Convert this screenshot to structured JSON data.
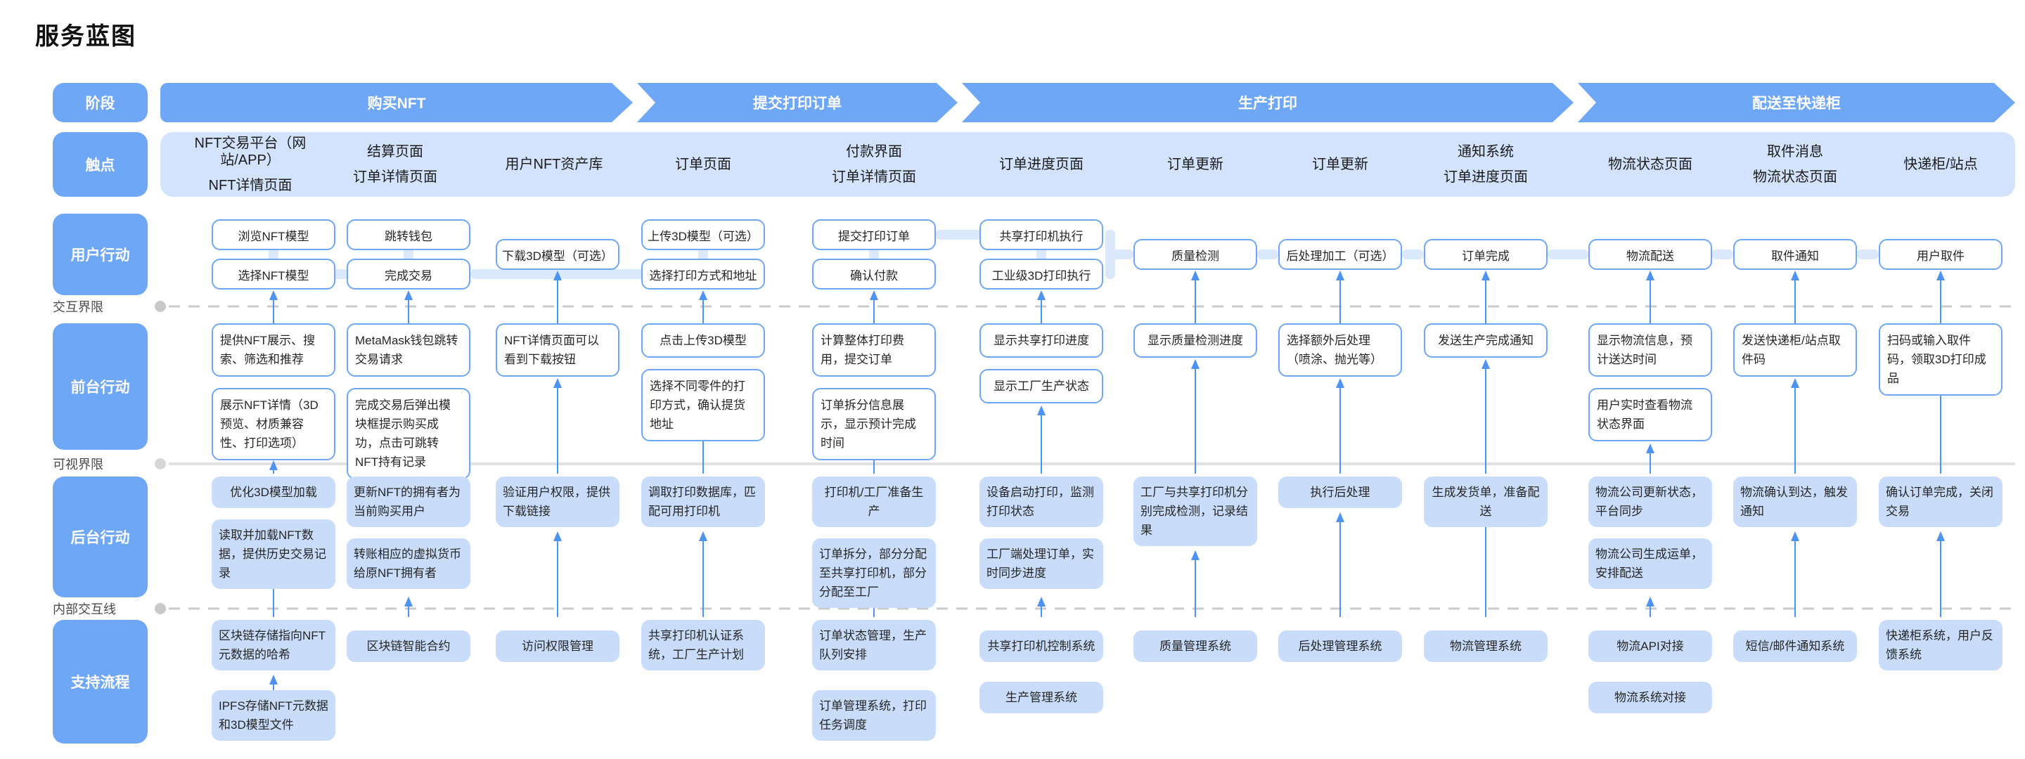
{
  "title": "服务蓝图",
  "rows": [
    "阶段",
    "触点",
    "用户行动",
    "前台行动",
    "后台行动",
    "支持流程"
  ],
  "stages": [
    "购买NFT",
    "提交打印订单",
    "生产打印",
    "配送至快递柜"
  ],
  "dividers": [
    {
      "label": "交互界限",
      "style": "dashed"
    },
    {
      "label": "可视界限",
      "style": "solid"
    },
    {
      "label": "内部交互线",
      "style": "dashed"
    }
  ],
  "touchpoints": [
    {
      "lines": [
        "NFT交易平台（网站/APP）",
        "NFT详情页面"
      ]
    },
    {
      "lines": [
        "结算页面",
        "订单详情页面"
      ]
    },
    {
      "lines": [
        "用户NFT资产库"
      ]
    },
    {
      "lines": [
        "订单页面"
      ]
    },
    {
      "lines": [
        "付款界面",
        "订单详情页面"
      ]
    },
    {
      "lines": [
        "订单进度页面"
      ]
    },
    {
      "lines": [
        "订单更新"
      ]
    },
    {
      "lines": [
        "订单更新"
      ]
    },
    {
      "lines": [
        "通知系统",
        "订单进度页面"
      ]
    },
    {
      "lines": [
        "物流状态页面"
      ]
    },
    {
      "lines": [
        "取件消息",
        "物流状态页面"
      ]
    },
    {
      "lines": [
        "快递柜/站点"
      ]
    }
  ],
  "user": [
    [
      "浏览NFT模型",
      "选择NFT模型"
    ],
    [
      "跳转钱包",
      "完成交易"
    ],
    [
      "下载3D模型（可选）"
    ],
    [
      "上传3D模型（可选）",
      "选择打印方式和地址"
    ],
    [
      "提交打印订单",
      "确认付款"
    ],
    [
      "共享打印机执行",
      "工业级3D打印执行"
    ],
    [
      "质量检测"
    ],
    [
      "后处理加工（可选）"
    ],
    [
      "订单完成"
    ],
    [
      "物流配送"
    ],
    [
      "取件通知"
    ],
    [
      "用户取件"
    ]
  ],
  "front": [
    [
      "提供NFT展示、搜索、筛选和推荐",
      "展示NFT详情（3D预览、材质兼容性、打印选项）"
    ],
    [
      "MetaMask钱包跳转交易请求",
      "完成交易后弹出模块框提示购买成功，点击可跳转NFT持有记录"
    ],
    [
      "NFT详情页面可以看到下载按钮"
    ],
    [
      "点击上传3D模型",
      "选择不同零件的打印方式，确认提货地址"
    ],
    [
      "计算整体打印费用，提交订单",
      "订单拆分信息展示，显示预计完成时间"
    ],
    [
      "显示共享打印进度",
      "显示工厂生产状态"
    ],
    [
      "显示质量检测进度"
    ],
    [
      "选择额外后处理（喷涂、抛光等）"
    ],
    [
      "发送生产完成通知"
    ],
    [
      "显示物流信息，预计送达时间",
      "用户实时查看物流状态界面"
    ],
    [
      "发送快递柜/站点取件码"
    ],
    [
      "扫码或输入取件码，领取3D打印成品"
    ]
  ],
  "back": [
    [
      "优化3D模型加载",
      "读取并加载NFT数据，提供历史交易记录"
    ],
    [
      "更新NFT的拥有者为当前购买用户",
      "转账相应的虚拟货币给原NFT拥有者"
    ],
    [
      "验证用户权限，提供下载链接"
    ],
    [
      "调取打印数据库，匹配可用打印机"
    ],
    [
      "打印机/工厂准备生产",
      "订单拆分，部分分配至共享打印机，部分分配至工厂"
    ],
    [
      "设备启动打印，监测打印状态",
      "工厂端处理订单，实时同步进度"
    ],
    [
      "工厂与共享打印机分别完成检测，记录结果"
    ],
    [
      "执行后处理"
    ],
    [
      "生成发货单，准备配送"
    ],
    [
      "物流公司更新状态，平台同步",
      "物流公司生成运单，安排配送"
    ],
    [
      "物流确认到达，触发通知"
    ],
    [
      "确认订单完成，关闭交易"
    ]
  ],
  "support": [
    [
      "区块链存储指向NFT元数据的哈希",
      "IPFS存储NFT元数据和3D模型文件"
    ],
    [
      "区块链智能合约"
    ],
    [
      "访问权限管理"
    ],
    [
      "共享打印机认证系统，工厂生产计划"
    ],
    [
      "订单状态管理，生产队列安排",
      "订单管理系统，打印任务调度"
    ],
    [
      "共享打印机控制系统",
      "生产管理系统"
    ],
    [
      "质量管理系统"
    ],
    [
      "后处理管理系统"
    ],
    [
      "物流管理系统"
    ],
    [
      "物流API对接",
      "物流系统对接"
    ],
    [
      "短信/邮件通知系统"
    ],
    [
      "快递柜系统，用户反馈系统"
    ]
  ],
  "colors": {
    "accent_blue": "#6FA7F7",
    "light_box_fill": "#C9DDFB",
    "touchpoint_panel": "#D3E3FD",
    "thick_connector": "#DCE9FC",
    "arrow_blue": "#4E93F2",
    "divider_gray": "#C9C9C9"
  }
}
